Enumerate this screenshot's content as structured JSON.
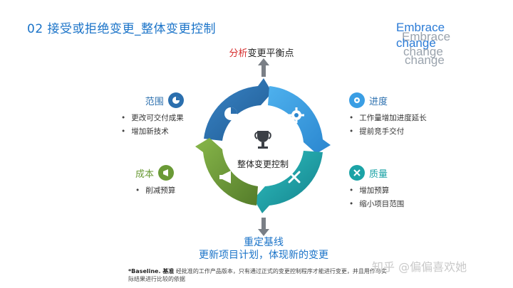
{
  "title": "02 接受或拒绝变更_整体变更控制",
  "logo": {
    "line1": "Embrace",
    "line2": "Embrace",
    "line3": "change",
    "line4": "change",
    "line5": "change"
  },
  "top_label": "分析变更平衡点",
  "top_label_red": "分析",
  "top_label_rest": "变更平衡点",
  "center_label": "整体变更控制",
  "left_top": {
    "title": "范围",
    "items": [
      "更改可交付成果",
      "增加新技术"
    ]
  },
  "left_bottom": {
    "title": "成本",
    "items": [
      "削减预算"
    ]
  },
  "right_top": {
    "title": "进度",
    "items": [
      "工作量增加进度延长",
      "提前竞手交付"
    ]
  },
  "right_bottom": {
    "title": "质量",
    "items": [
      "增加预算",
      "缩小项目范围"
    ]
  },
  "bottom": {
    "line1": "重定基线",
    "line2": "更新项目计划，体现新的变更"
  },
  "footnote": {
    "bold": "*Baseline. 基准",
    "text": "经批准的工作产品版本，只有通过正式的变更控制程序才能进行变更，并且用作与实",
    "text2": "际结果进行比较的依据"
  },
  "watermark": "知乎 @偏偏喜欢她",
  "colors": {
    "blue_dark": "#2b6fae",
    "blue_light": "#3a9ee4",
    "teal": "#1ba3a6",
    "green": "#6a9a36",
    "title_blue": "#1a73c8",
    "red": "#d62b2b",
    "arrow_gray": "#7a7f86"
  },
  "icons": {
    "scope": "pie-chart-icon",
    "progress": "gear-icon",
    "quality": "tools-icon",
    "cost": "megaphone-icon",
    "center": "trophy-icon"
  }
}
